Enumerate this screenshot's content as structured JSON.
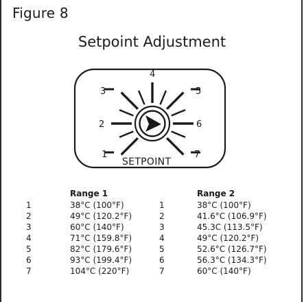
{
  "figure_label": "Figure 8",
  "title": "Setpoint Adjustment",
  "dial": {
    "positions": [
      "1",
      "2",
      "3",
      "4",
      "5",
      "6",
      "7"
    ],
    "label": "SETPOINT",
    "icon": "arrow-pointer-icon"
  },
  "range1": {
    "header": "Range 1",
    "rows": [
      {
        "num": "1",
        "value": "38°C (100°F)"
      },
      {
        "num": "2",
        "value": "49°C (120.2°F)"
      },
      {
        "num": "3",
        "value": "60°C (140°F)"
      },
      {
        "num": "4",
        "value": "71°C (159.8°F)"
      },
      {
        "num": "5",
        "value": "82°C (179.6°F)"
      },
      {
        "num": "6",
        "value": "93°C (199.4°F)"
      },
      {
        "num": "7",
        "value": "104°C (220°F)"
      }
    ]
  },
  "range2": {
    "header": "Range 2",
    "rows": [
      {
        "num": "1",
        "value": "38°C (100°F)"
      },
      {
        "num": "2",
        "value": "41.6°C (106.9°F)"
      },
      {
        "num": "3",
        "value": "45.3C (113.5°F)"
      },
      {
        "num": "4",
        "value": "49°C (120.2°F)"
      },
      {
        "num": "5",
        "value": "52.6°C (126.7°F)"
      },
      {
        "num": "6",
        "value": "56.3°C (134.3°F)"
      },
      {
        "num": "7",
        "value": "60°C (140°F)"
      }
    ]
  }
}
